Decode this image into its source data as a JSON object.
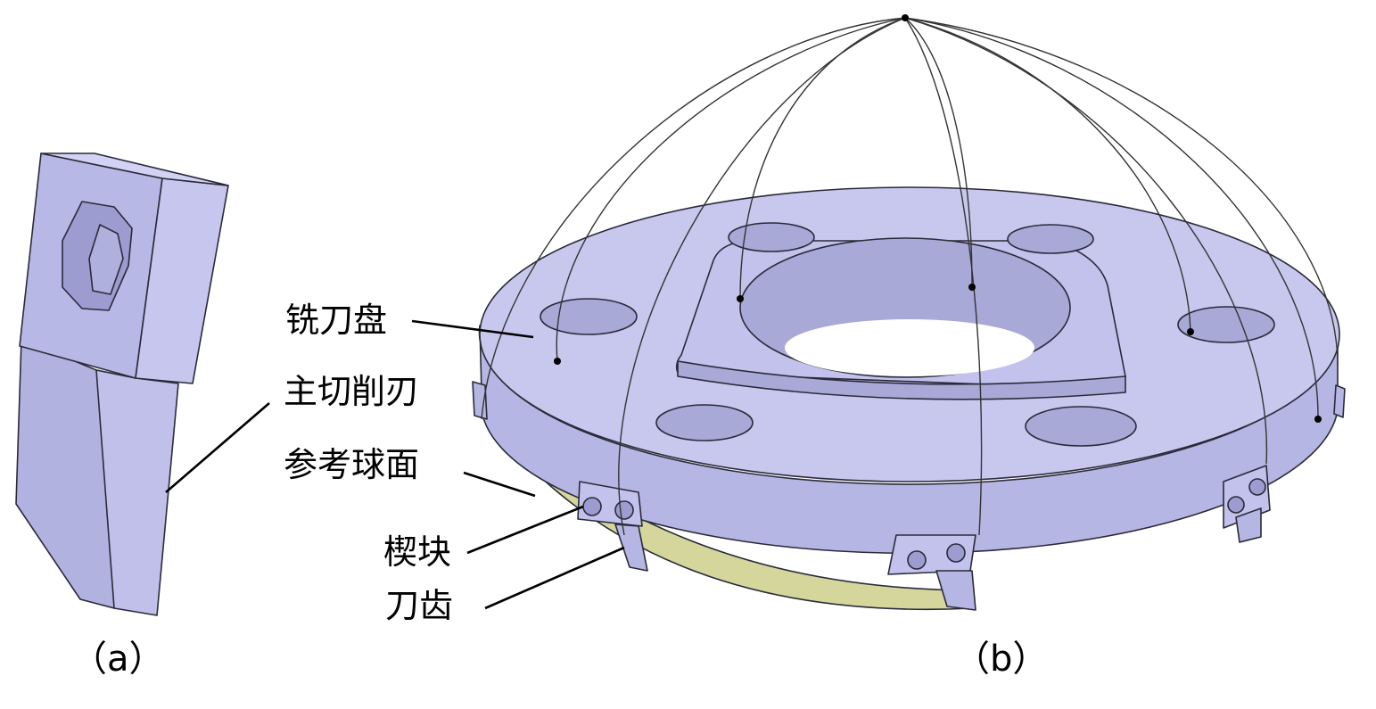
{
  "labels": {
    "cutter_disc": "铣刀盘",
    "main_cutting_edge": "主切削刃",
    "reference_sphere": "参考球面",
    "wedge": "楔块",
    "cutter_tooth": "刀齿"
  },
  "captions": {
    "a": "（a）",
    "b": "（b）"
  },
  "colors": {
    "part_face": "#c8c8ef",
    "part_face_dark": "#a9a9d8",
    "part_side": "#b6b6e4",
    "sphere_band": "#d4d69c",
    "wire": "#333333"
  }
}
